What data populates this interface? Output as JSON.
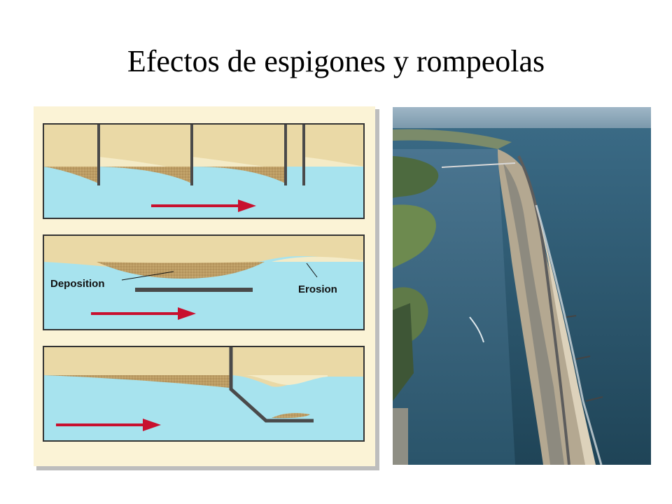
{
  "slide": {
    "title": "Efectos de espigones y rompeolas"
  },
  "diagram": {
    "label_deposition": "Deposition",
    "label_erosion": "Erosion"
  },
  "colors": {
    "sand": "#ead9a6",
    "deposit": "#bc9c63",
    "water": "#a7e3ee",
    "arrow": "#c8102e",
    "structure": "#4a4a4a",
    "panel_bg": "#fbf3d6",
    "ocean": "#2f5e74",
    "land": "#6f8a5b"
  }
}
